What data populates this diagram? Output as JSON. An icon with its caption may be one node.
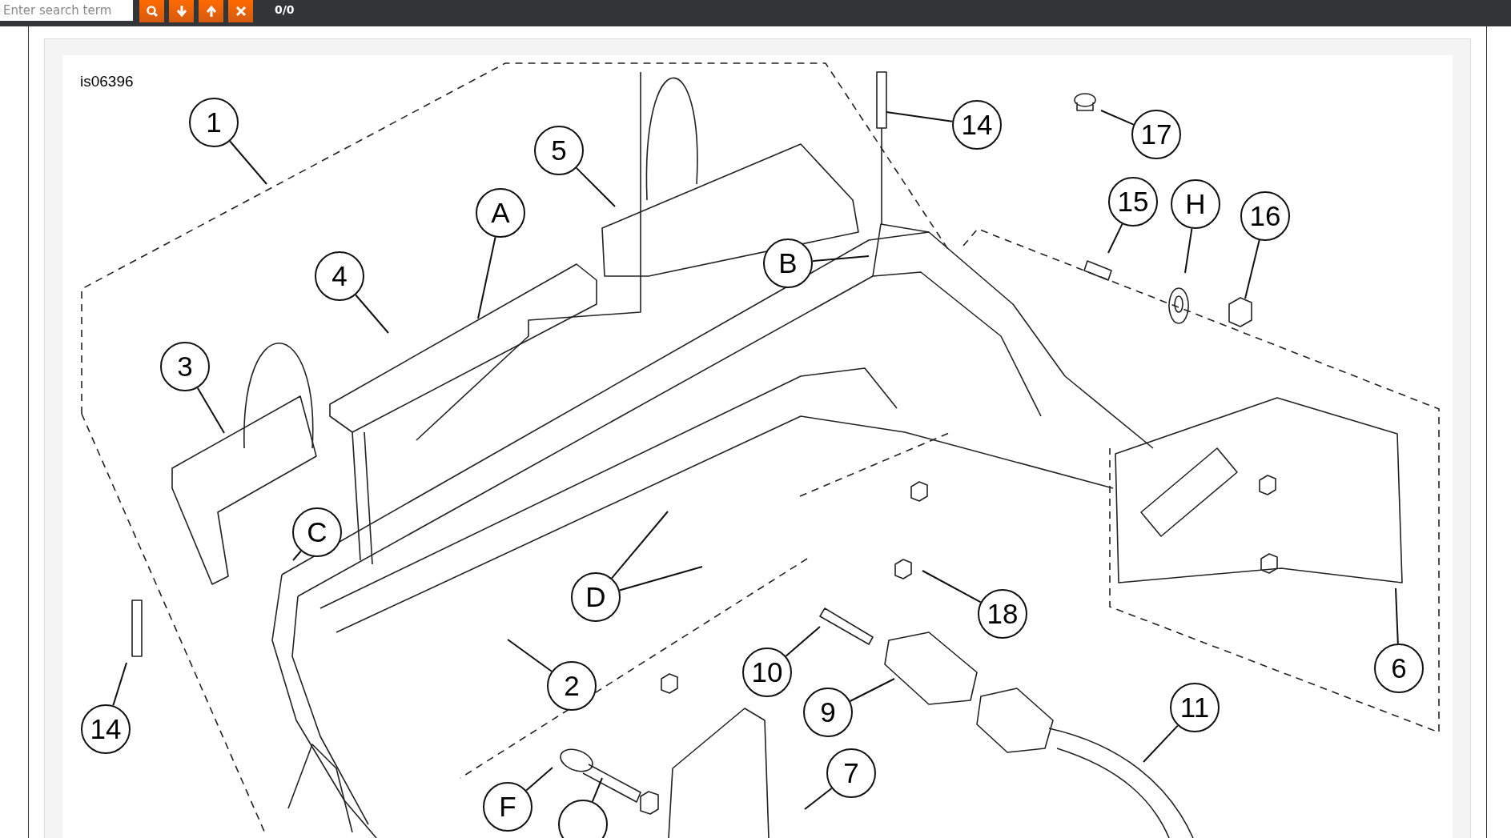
{
  "diagram": {
    "nodes": [
      {
        "text": [
          "1"
        ]
      },
      {
        "text": [
          "5"
        ]
      },
      {
        "text": [
          "14"
        ]
      },
      {
        "text": [
          "17"
        ]
      },
      {
        "text": [
          "A"
        ]
      },
      {
        "text": [
          "15"
        ]
      },
      {
        "text": [
          "H"
        ]
      },
      {
        "text": [
          "16"
        ]
      },
      {
        "text": [
          "B"
        ]
      },
      {
        "text": [
          "4"
        ]
      },
      {
        "text": [
          "3"
        ]
      },
      {
        "text": [
          "C"
        ]
      },
      {
        "text": [
          "D"
        ]
      },
      {
        "text": [
          "18"
        ]
      },
      {
        "text": [
          "10"
        ]
      },
      {
        "text": [
          "6"
        ]
      },
      {
        "text": [
          "2"
        ]
      },
      {
        "text": [
          "11"
        ]
      },
      {
        "text": [
          "9"
        ]
      },
      {
        "text": [
          "14"
        ]
      },
      {
        "text": [
          "7"
        ]
      },
      {
        "text": [
          "F"
        ]
      },
      {
        "text": [],
        "shape": "circle"
      }
    ],
    "edges": [
      {
        "from": 0,
        "to": null,
        "arrow": "none"
      },
      {
        "from": 1,
        "to": null,
        "arrow": "none"
      },
      {
        "from": 2,
        "to": null,
        "arrow": "none"
      },
      {
        "from": 3,
        "to": null,
        "arrow": "none"
      },
      {
        "from": 4,
        "to": null,
        "arrow": "none"
      },
      {
        "from": 5,
        "to": null,
        "arrow": "none"
      },
      {
        "from": 6,
        "to": null,
        "arrow": "none"
      },
      {
        "from": 7,
        "to": null,
        "arrow": "none"
      },
      {
        "from": 8,
        "to": null,
        "arrow": "none"
      },
      {
        "from": 9,
        "to": null,
        "arrow": "none"
      },
      {
        "from": 10,
        "to": null,
        "arrow": "none"
      },
      {
        "from": 11,
        "to": null,
        "arrow": "none"
      },
      {
        "from": 12,
        "to": null,
        "arrow": "none"
      },
      {
        "from": 12,
        "to": null,
        "arrow": "none"
      },
      {
        "from": 13,
        "to": null,
        "arrow": "none"
      },
      {
        "from": 14,
        "to": null,
        "arrow": "none"
      },
      {
        "from": 15,
        "to": null,
        "arrow": "none"
      },
      {
        "from": 16,
        "to": null,
        "arrow": "none"
      },
      {
        "from": 17,
        "to": null,
        "arrow": "none"
      },
      {
        "from": 18,
        "to": null,
        "arrow": "none"
      },
      {
        "from": 19,
        "to": null,
        "arrow": "none"
      },
      {
        "from": 20,
        "to": null,
        "arrow": "none"
      },
      {
        "from": 21,
        "to": null,
        "arrow": "none"
      },
      {
        "from": 22,
        "to": null,
        "arrow": "none"
      }
    ],
    "labels": [
      "Enter search term",
      "0/0",
      "is06396"
    ]
  }
}
